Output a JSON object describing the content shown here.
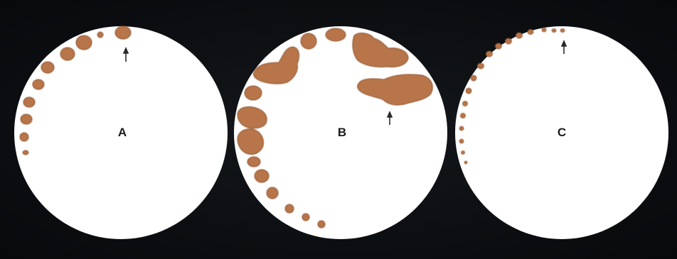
{
  "panels": [
    {
      "label": "A"
    },
    {
      "label": "B"
    },
    {
      "label": "C"
    }
  ],
  "colors": {
    "background": "#0d0f12",
    "disc": "#ffffff",
    "deposit": "#b8744a",
    "deposit_edge": "#8e5530",
    "label": "#1a1a1a",
    "arrow": "#2a2a2a"
  }
}
